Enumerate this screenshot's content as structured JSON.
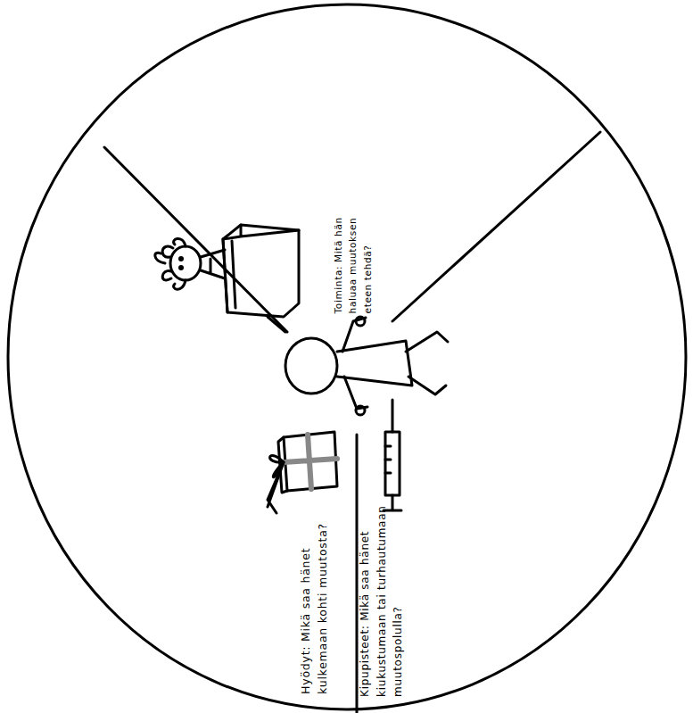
{
  "diagram": {
    "nodes": [
      {
        "text": [
          "Toiminta: Mitä hän haluaa muutoksen eteen tehdä?",
          "Hyödyt: Mikä saa hänet kulkemaan kohti muutosta?",
          "Kipupisteet: Mikä saa hänet kiukustumaan tai turhautumaan muutospolulla?"
        ]
      }
    ]
  }
}
